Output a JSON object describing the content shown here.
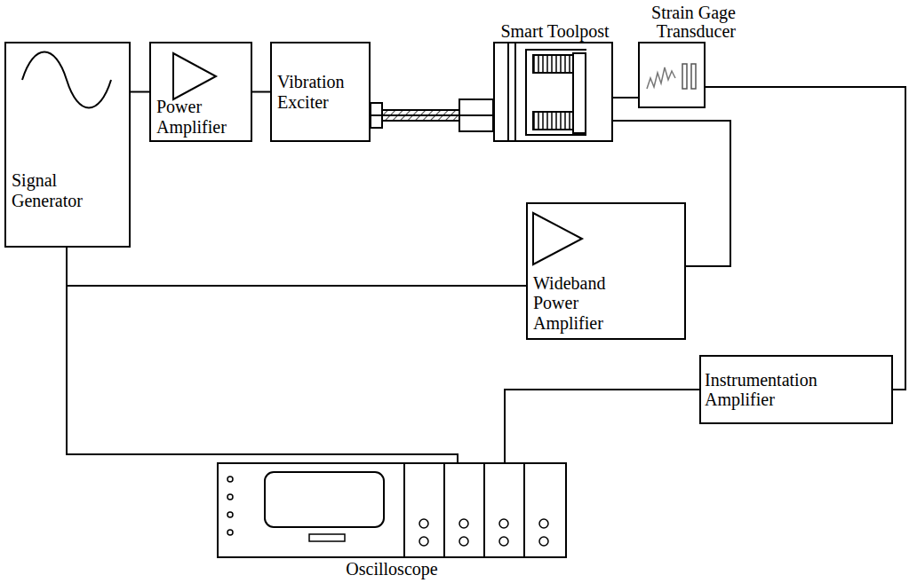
{
  "diagram": {
    "nodes": [
      {
        "text": [
          "Signal Generator"
        ]
      },
      {
        "text": [
          "Power Amplifier"
        ]
      },
      {
        "text": [
          "Vibration Exciter"
        ]
      },
      {
        "text": [
          "Smart Toolpost"
        ]
      },
      {
        "text": [
          "Strain Gage Transducer"
        ]
      },
      {
        "text": [
          "Wideband Power Amplifier"
        ]
      },
      {
        "text": [
          "Instrumentation Amplifier"
        ]
      },
      {
        "text": [
          "Oscilloscope"
        ]
      }
    ],
    "edges": [
      {
        "from": 0,
        "to": 1,
        "arrow": "none"
      },
      {
        "from": 1,
        "to": 2,
        "arrow": "none"
      },
      {
        "from": 2,
        "to": 3,
        "arrow": "none"
      },
      {
        "from": 3,
        "to": 4,
        "arrow": "none"
      },
      {
        "from": 0,
        "to": 5,
        "arrow": "none"
      },
      {
        "from": 5,
        "to": 3,
        "arrow": "none"
      },
      {
        "from": 4,
        "to": 6,
        "arrow": "none"
      },
      {
        "from": 0,
        "to": 7,
        "arrow": "none"
      },
      {
        "from": 6,
        "to": 7,
        "arrow": "none"
      }
    ]
  }
}
